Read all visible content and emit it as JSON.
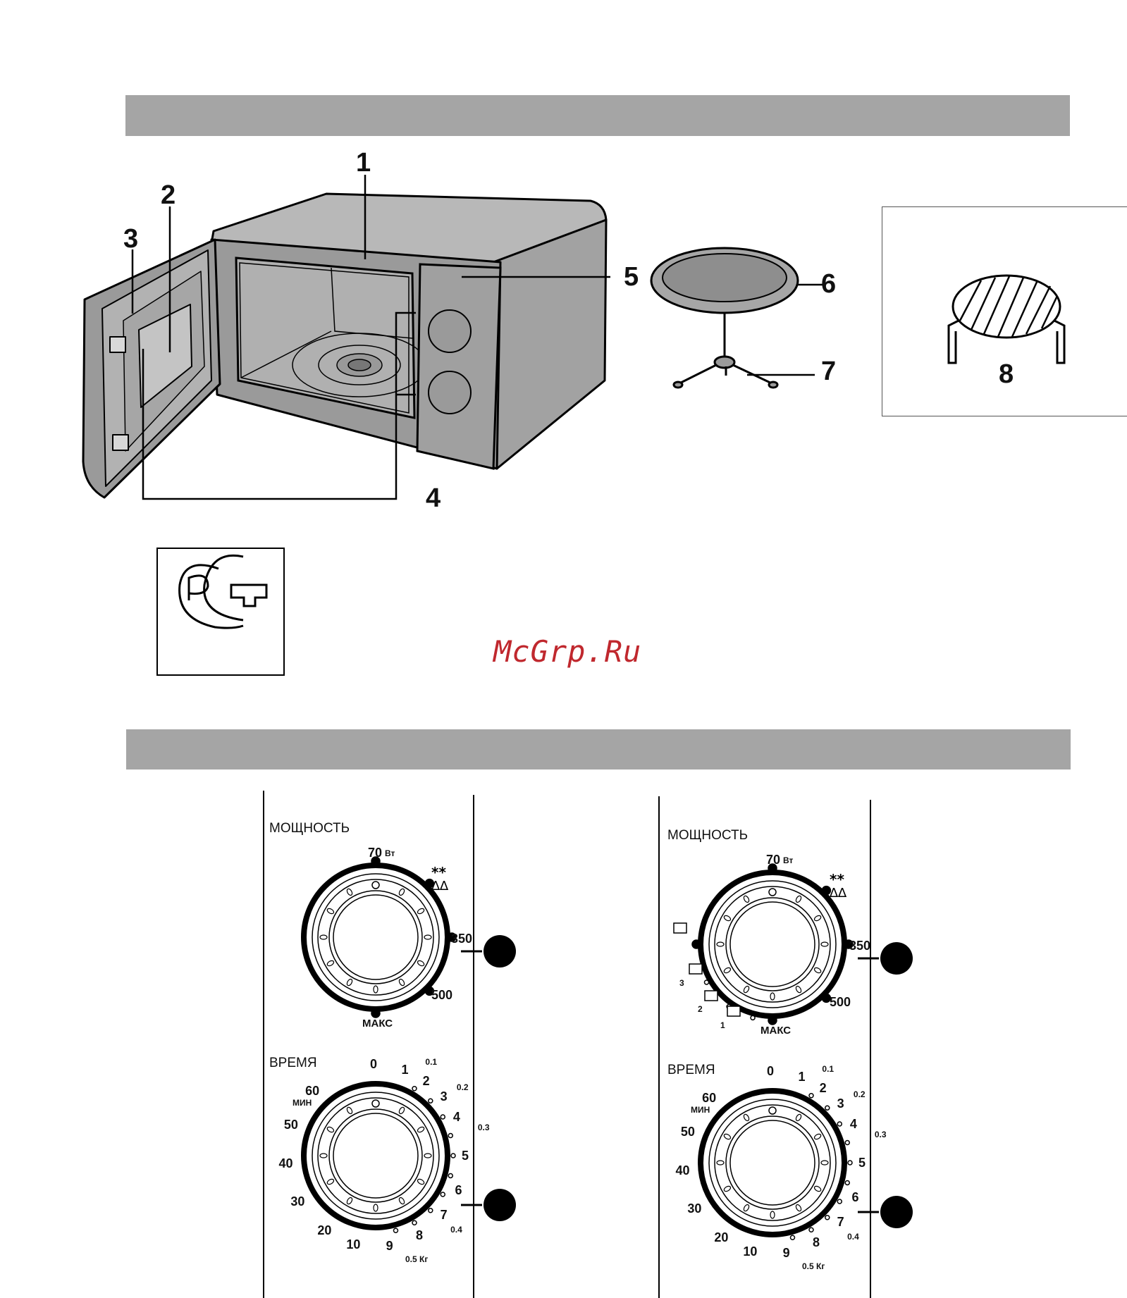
{
  "diagram": {
    "callouts": [
      "1",
      "2",
      "3",
      "4",
      "5",
      "6",
      "7",
      "8"
    ],
    "watermark": "McGrp.Ru"
  },
  "panel_a": {
    "power_label": "МОЩНОСТЬ",
    "power_70": "70",
    "power_unit": "Вт",
    "power_350": "350",
    "power_500": "500",
    "power_max": "МАКС",
    "time_label": "ВРЕМЯ",
    "time_min_label": "МИН"
  },
  "panel_b": {
    "power_label": "МОЩНОСТЬ",
    "power_70": "70",
    "power_unit": "Вт",
    "power_350": "350",
    "power_500": "500",
    "power_max": "МАКС",
    "grill_1": "1",
    "grill_2": "2",
    "grill_3": "3",
    "time_label": "ВРЕМЯ",
    "time_min_label": "МИН"
  },
  "time_scale": {
    "minutes": [
      "0",
      "1",
      "2",
      "3",
      "4",
      "5",
      "6",
      "7",
      "8",
      "9",
      "10",
      "20",
      "30",
      "40",
      "50",
      "60"
    ],
    "weights": [
      "0.1",
      "0.2",
      "0.3",
      "0.4"
    ],
    "weight_last": "0.5",
    "weight_unit": "Кг"
  }
}
